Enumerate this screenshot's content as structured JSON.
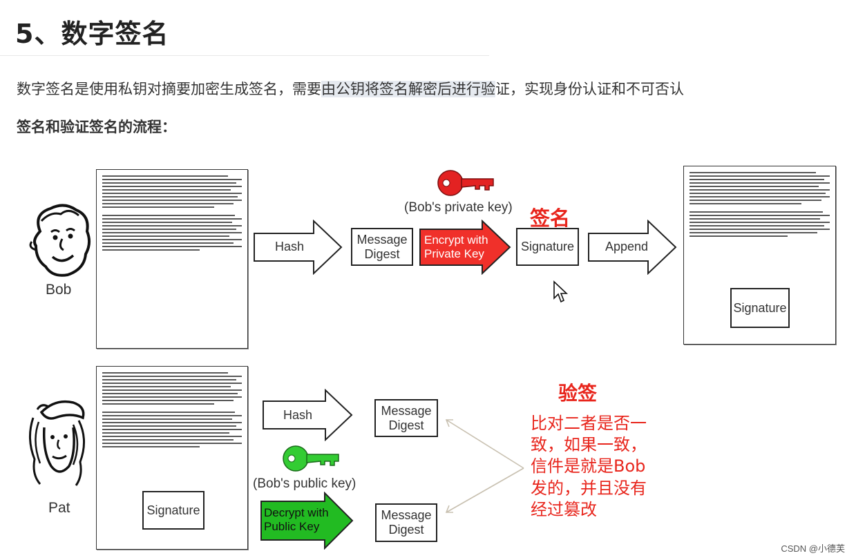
{
  "heading": "5、数字签名",
  "intro": {
    "before": "数字签名是使用私钥对摘要加密生成签名，需要",
    "highlight": "由公钥将签名解密后进行验",
    "after": "证，实现身份认证和不可否认"
  },
  "subheading": "签名和验证签名的流程：",
  "bob": {
    "name": "Bob",
    "hash_label": "Hash",
    "digest_label": [
      "Message",
      "Digest"
    ],
    "encrypt_label": [
      "Encrypt with",
      "Private Key"
    ],
    "private_key_label": "(Bob's private key)",
    "sign_label": "签名",
    "signature_label": "Signature",
    "append_label": "Append",
    "doc_signature_label": "Signature"
  },
  "pat": {
    "name": "Pat",
    "hash_label": "Hash",
    "digest_top_label": [
      "Message",
      "Digest"
    ],
    "public_key_label": "(Bob's public key)",
    "decrypt_label": [
      "Decrypt with",
      "Public Key"
    ],
    "digest_bottom_label": [
      "Message",
      "Digest"
    ],
    "doc_signature_label": "Signature",
    "verify_title": "验签",
    "verify_text": [
      "比对二者是否一",
      "致，如果一致，",
      "信件是就是Bob",
      "发的，并且没有",
      "经过篡改"
    ]
  },
  "colors": {
    "red_arrow": "#f0302a",
    "green_arrow": "#22bb22",
    "red_key": "#e32222",
    "green_key": "#33cc33",
    "annotation_red": "#e8251c"
  },
  "watermark": "CSDN @小德芙"
}
